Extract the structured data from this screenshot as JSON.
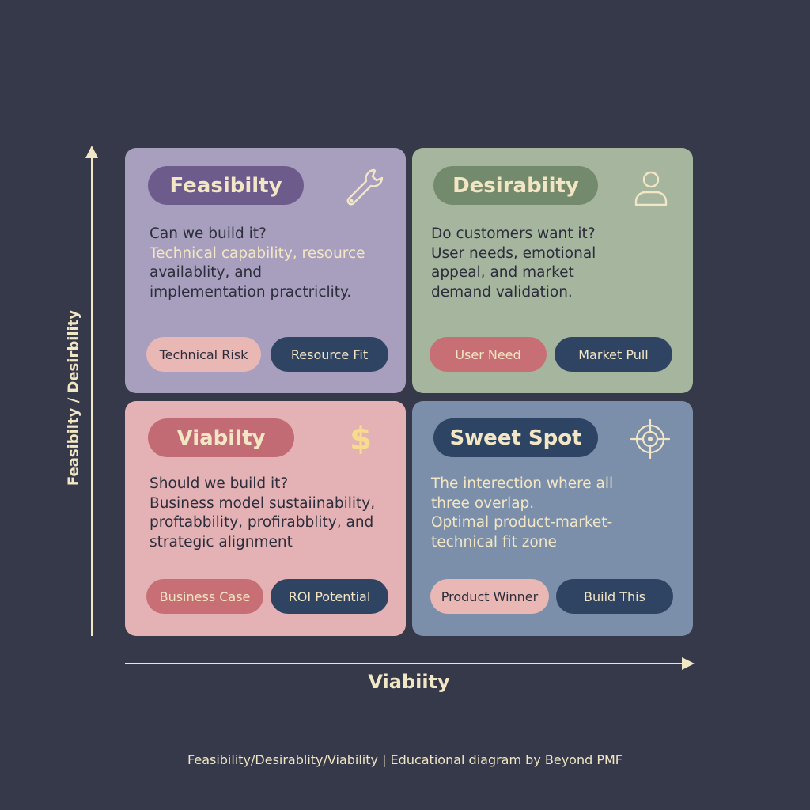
{
  "axes": {
    "y_label": "Feasibilty / Desirbility",
    "x_label": "Viabiity"
  },
  "cards": {
    "feasibility": {
      "title": "Feasibilty",
      "icon": "wrench-icon",
      "lines": [
        "Can we build it?",
        "Technical capability, resource",
        "availablity, and",
        "implementation practriclity."
      ],
      "tag_left": "Technical Risk",
      "tag_right": "Resource Fit"
    },
    "desirability": {
      "title": "Desirabiity",
      "icon": "user-icon",
      "lines": [
        "Do customers want it?",
        "User needs, emotional",
        "appeal, and market",
        "demand validation."
      ],
      "tag_left": "User Need",
      "tag_right": "Market Pull"
    },
    "viability": {
      "title": "Viabilty",
      "icon": "dollar-icon",
      "icon_glyph": "$",
      "lines": [
        "Should we build it?",
        "Business model sustaiinability,",
        "proftabbility, profirabblity, and",
        "strategic alignment"
      ],
      "tag_left": "Business Case",
      "tag_right": "ROI Potential"
    },
    "sweet_spot": {
      "title": "Sweet Spot",
      "icon": "target-icon",
      "lines": [
        "The interection where all",
        "three overlap.",
        "Optimal product-market-",
        "technical fit zone"
      ],
      "tag_left": "Product Winner",
      "tag_right": "Build This"
    }
  },
  "footer": "Feasibility/Desirablity/Viability | Educational diagram by Beyond PMF",
  "colors": {
    "background": "#363949",
    "axis": "#f1e7c4",
    "feasibility_bg": "#a79fbd",
    "feasibility_title": "#6c5b8b",
    "desirability_bg": "#a6b59e",
    "desirability_title": "#748a6c",
    "viability_bg": "#e4b2b4",
    "viability_title": "#c26b74",
    "sweet_bg": "#7b8faa",
    "sweet_title": "#2e4464",
    "pill_dark": "#2f4462",
    "pill_pink": "#e9b8b4",
    "pill_red": "#c76f74"
  }
}
